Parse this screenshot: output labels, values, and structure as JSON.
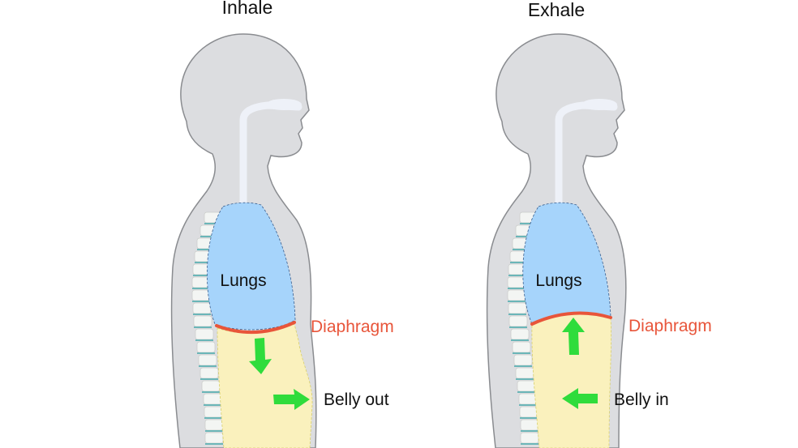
{
  "panels": [
    {
      "title": "Inhale",
      "lungs_label": "Lungs",
      "diaphragm_label": "Diaphragm",
      "belly_label": "Belly out"
    },
    {
      "title": "Exhale",
      "lungs_label": "Lungs",
      "diaphragm_label": "Diaphragm",
      "belly_label": "Belly in"
    }
  ],
  "colors": {
    "body": "#dcdde0",
    "outline": "#8a8c90",
    "lungs": "#a6d4fb",
    "belly": "#faf1bd",
    "diaphragm": "#e8553a",
    "arrow": "#2fdc3c",
    "spine": "#f2f4f2",
    "spine_disc": "#6bb6b8"
  }
}
